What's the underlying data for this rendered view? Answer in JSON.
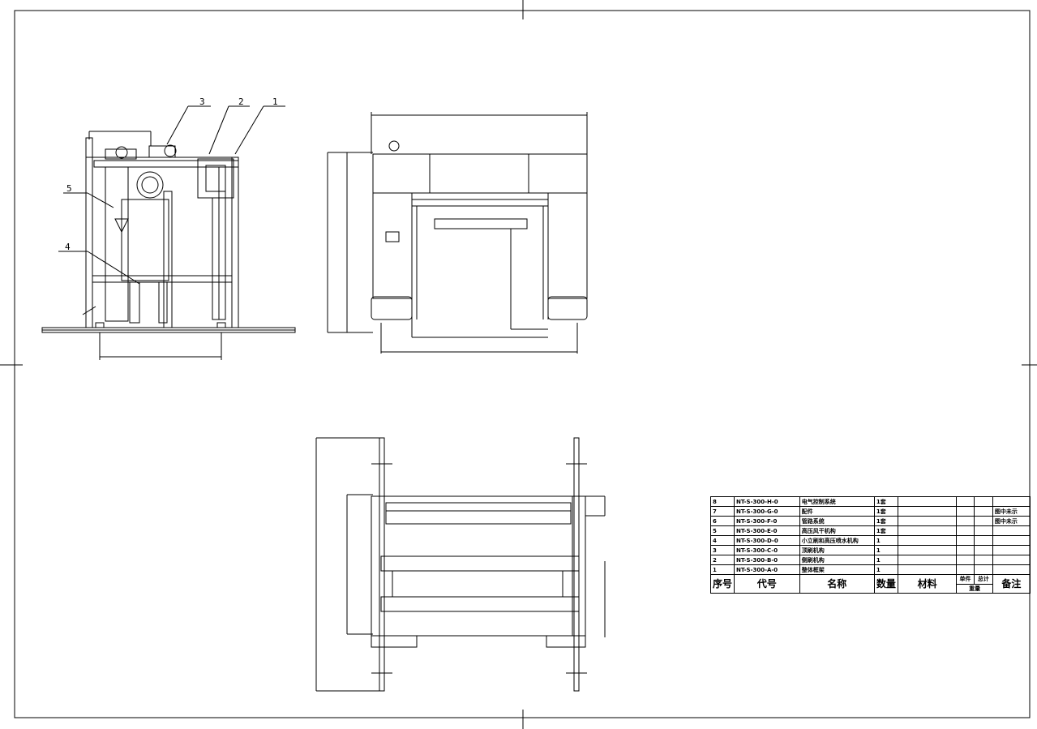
{
  "callouts": {
    "c1": "1",
    "c2": "2",
    "c3": "3",
    "c4": "4",
    "c5": "5"
  },
  "bom": {
    "rows": [
      {
        "no": "8",
        "code": "NT-S-300-H-0",
        "name": "电气控制系统",
        "qty": "1套",
        "note": ""
      },
      {
        "no": "7",
        "code": "NT-S-300-G-0",
        "name": "配件",
        "qty": "1套",
        "note": "图中未示"
      },
      {
        "no": "6",
        "code": "NT-S-300-F-0",
        "name": "管路系统",
        "qty": "1套",
        "note": "图中未示"
      },
      {
        "no": "5",
        "code": "NT-S-300-E-0",
        "name": "高压风干机构",
        "qty": "1套",
        "note": ""
      },
      {
        "no": "4",
        "code": "NT-S-300-D-0",
        "name": "小立刷和高压喷水机构",
        "qty": "1",
        "note": ""
      },
      {
        "no": "3",
        "code": "NT-S-300-C-0",
        "name": "顶刷机构",
        "qty": "1",
        "note": ""
      },
      {
        "no": "2",
        "code": "NT-S-300-B-0",
        "name": "侧刷机构",
        "qty": "1",
        "note": ""
      },
      {
        "no": "1",
        "code": "NT-S-300-A-0",
        "name": "整体框架",
        "qty": "1",
        "note": ""
      }
    ],
    "header": {
      "no": "序号",
      "code": "代号",
      "name": "名称",
      "qty": "数量",
      "material": "材料",
      "unit": "单件",
      "total": "总计",
      "weight": "重量",
      "remark": "备注"
    }
  }
}
